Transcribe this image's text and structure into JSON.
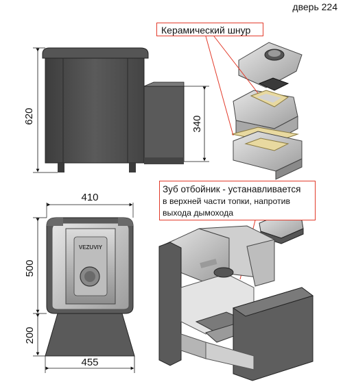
{
  "header": {
    "door_label": "дверь 224"
  },
  "callouts": {
    "ceramic_cord": "Керамический шнур",
    "deflector_title": "Зуб отбойник",
    "deflector_line1": " - устанавливается",
    "deflector_line2": "в верхней части топки, напротив",
    "deflector_line3": "выхода дымохода"
  },
  "dimensions": {
    "side_height": "620",
    "tunnel_height": "340",
    "top_width": "410",
    "body_height": "500",
    "base_height": "200",
    "base_width": "455"
  },
  "brand": "VEZUVIY",
  "colors": {
    "stove_gray": "#4e4e4e",
    "dark": "#2f2f2f",
    "light": "#c9c9c9",
    "callout_border": "#e23a2a"
  }
}
